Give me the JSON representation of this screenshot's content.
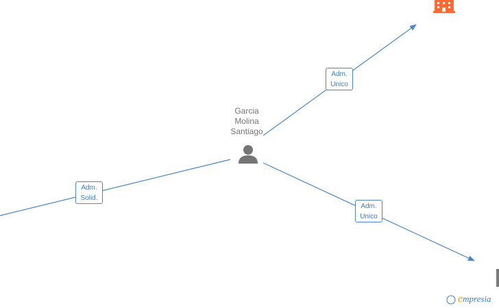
{
  "person": {
    "name": "Garcia\nMolina\nSantiago"
  },
  "edges": [
    {
      "label": "Adm.\nUnico"
    },
    {
      "label": "Adm.\nSolid."
    },
    {
      "label": "Adm.\nUnico"
    }
  ],
  "watermark": {
    "copyright": "©",
    "brand_initial": "e",
    "brand_rest": "mpresia"
  },
  "colors": {
    "edge": "#4a86d0",
    "person_icon": "#757575",
    "company_icon": "#ff6a35"
  }
}
